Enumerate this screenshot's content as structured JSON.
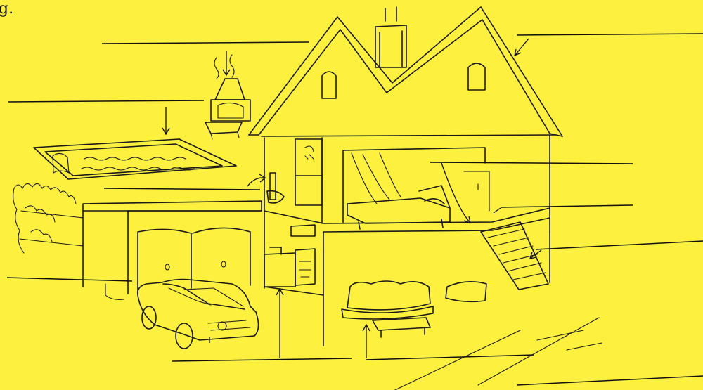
{
  "corner_text": "g.",
  "colors": {
    "background": "#fdf03f",
    "ink": "#1a1a1a"
  },
  "labels": [
    {
      "id": "label-barbecue",
      "text": ""
    },
    {
      "id": "label-pool",
      "text": ""
    },
    {
      "id": "label-bathroom",
      "text": ""
    },
    {
      "id": "label-garage",
      "text": ""
    },
    {
      "id": "label-attic",
      "text": ""
    },
    {
      "id": "label-bedroom",
      "text": ""
    },
    {
      "id": "label-upstairs",
      "text": ""
    },
    {
      "id": "label-stairs",
      "text": ""
    },
    {
      "id": "label-kitchen",
      "text": ""
    },
    {
      "id": "label-living-room",
      "text": ""
    },
    {
      "id": "label-car",
      "text": ""
    }
  ]
}
